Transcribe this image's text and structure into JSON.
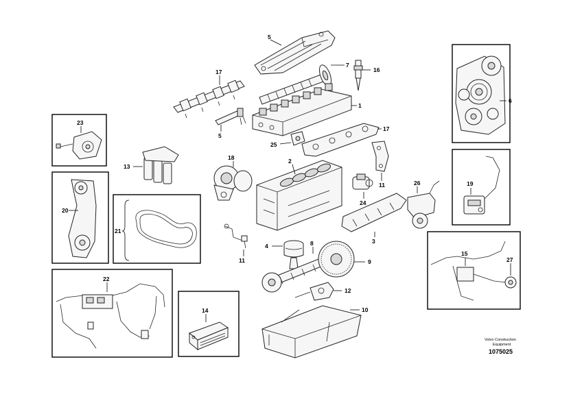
{
  "diagram": {
    "labels": {
      "l1": "1",
      "l2": "2",
      "l3": "3",
      "l4": "4",
      "l5a": "5",
      "l5b": "5",
      "l6": "6",
      "l7": "7",
      "l8": "8",
      "l9": "9",
      "l10": "10",
      "l11a": "11",
      "l11b": "11",
      "l12": "12",
      "l13": "13",
      "l14": "14",
      "l15": "15",
      "l16": "16",
      "l17a": "17",
      "l17b": "17",
      "l18": "18",
      "l19": "19",
      "l20": "20",
      "l21": "21",
      "l22": "22",
      "l23": "23",
      "l24": "24",
      "l25": "25",
      "l26": "26",
      "l27": "27"
    },
    "caption": {
      "line1": "Volvo Construction",
      "line2": "Equipment",
      "number": "1075025"
    }
  }
}
